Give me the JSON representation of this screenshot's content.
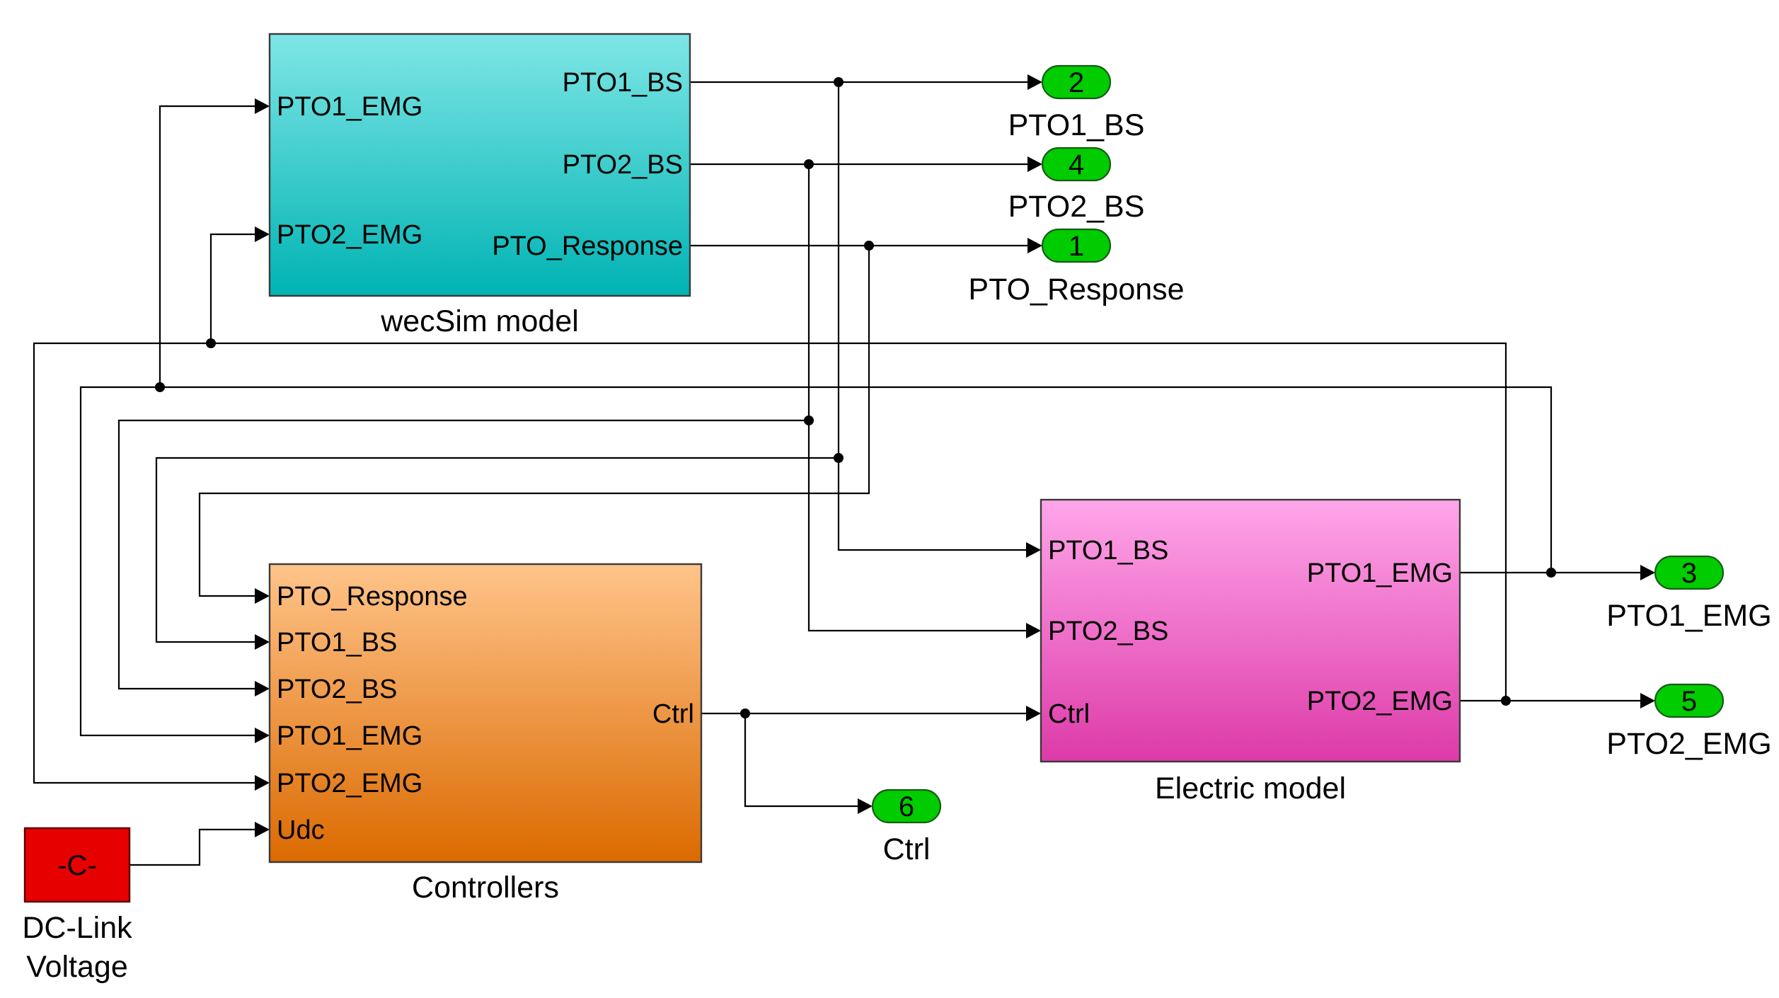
{
  "blocks": {
    "wecsim": {
      "caption": "wecSim model",
      "inputs": [
        "PTO1_EMG",
        "PTO2_EMG"
      ],
      "outputs": [
        "PTO1_BS",
        "PTO2_BS",
        "PTO_Response"
      ],
      "color_top": "#7fe6e6",
      "color_bottom": "#00b3b3"
    },
    "controllers": {
      "caption": "Controllers",
      "inputs": [
        "PTO_Response",
        "PTO1_BS",
        "PTO2_BS",
        "PTO1_EMG",
        "PTO2_EMG",
        "Udc"
      ],
      "outputs": [
        "Ctrl"
      ],
      "color_top": "#ffc48a",
      "color_bottom": "#db6a00"
    },
    "electric": {
      "caption": "Electric model",
      "inputs": [
        "PTO1_BS",
        "PTO2_BS",
        "Ctrl"
      ],
      "outputs": [
        "PTO1_EMG",
        "PTO2_EMG"
      ],
      "color_top": "#ffa6ea",
      "color_bottom": "#dd3aa8"
    },
    "dc_link": {
      "value": "-C-",
      "caption_line1": "DC-Link",
      "caption_line2": "Voltage",
      "color": "#e60000"
    }
  },
  "outports": [
    {
      "number": "2",
      "label": "PTO1_BS"
    },
    {
      "number": "4",
      "label": "PTO2_BS"
    },
    {
      "number": "1",
      "label": "PTO_Response"
    },
    {
      "number": "3",
      "label": "PTO1_EMG"
    },
    {
      "number": "5",
      "label": "PTO2_EMG"
    },
    {
      "number": "6",
      "label": "Ctrl"
    }
  ],
  "colors": {
    "outport": "#00cc00",
    "wire": "#000000"
  }
}
